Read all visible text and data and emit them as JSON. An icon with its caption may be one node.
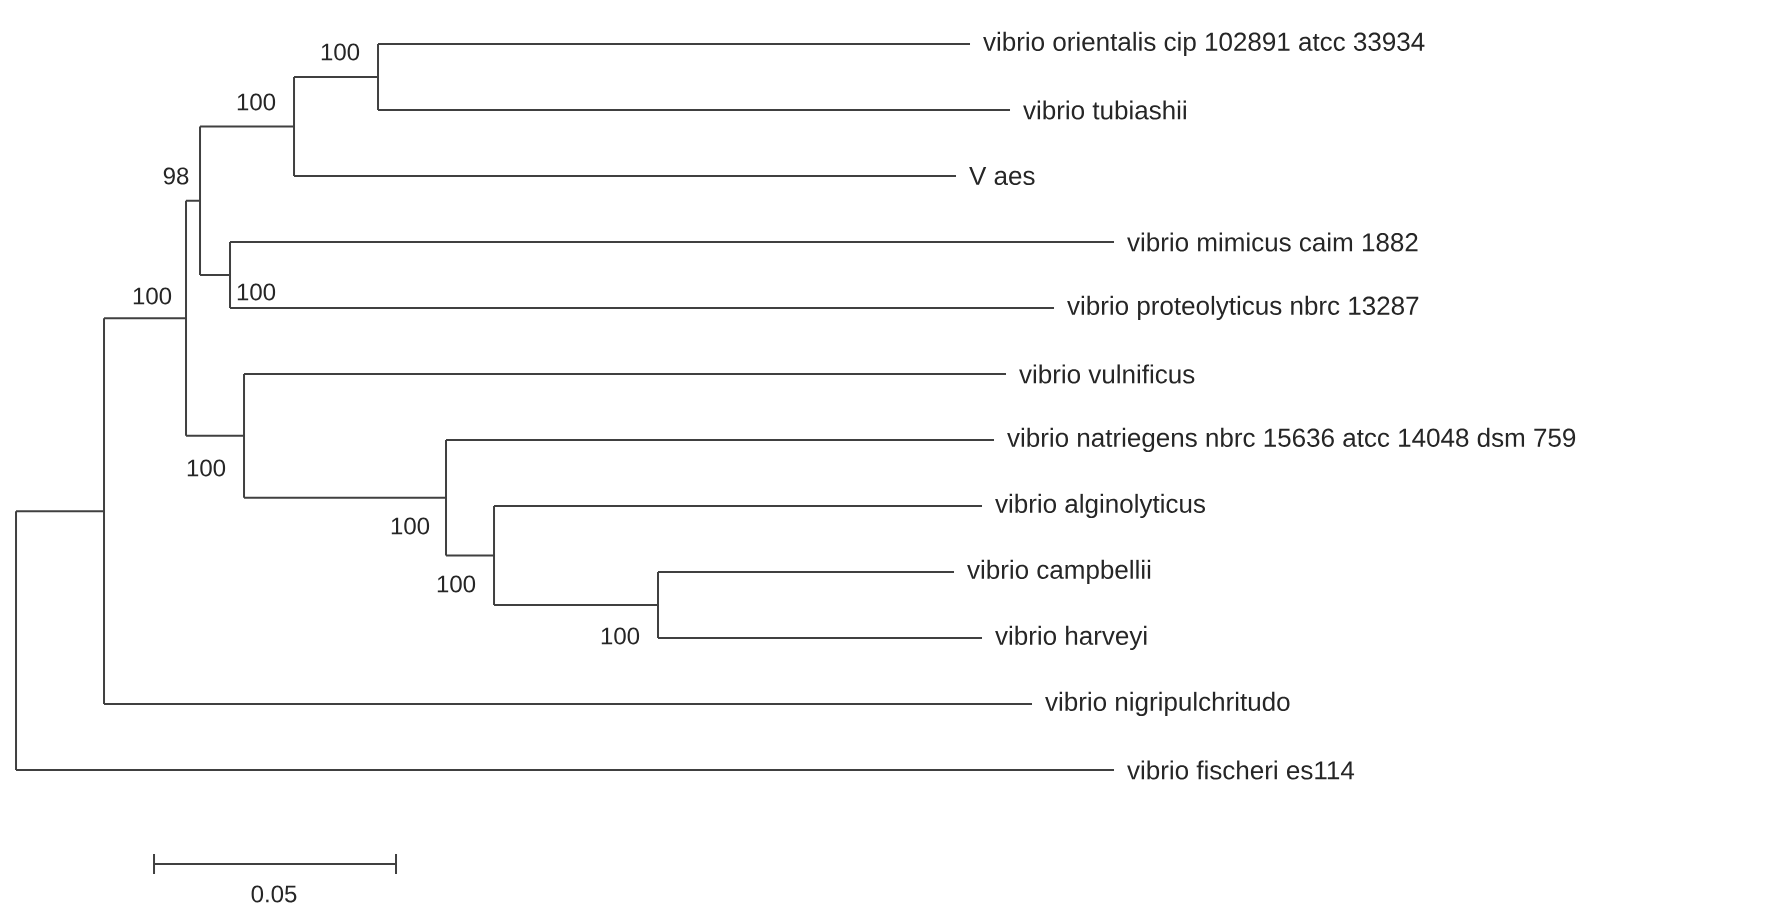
{
  "diagram": {
    "nodes": [
      {
        "text": [
          "vibrio orientalis cip 102891 atcc 33934"
        ]
      },
      {
        "text": [
          "vibrio tubiashii"
        ]
      },
      {
        "text": [
          "V aes"
        ]
      },
      {
        "text": [
          "vibrio mimicus caim 1882"
        ]
      },
      {
        "text": [
          "vibrio proteolyticus nbrc 13287"
        ]
      },
      {
        "text": [
          "vibrio vulnificus"
        ]
      },
      {
        "text": [
          "vibrio natriegens nbrc 15636 atcc 14048 dsm 759"
        ]
      },
      {
        "text": [
          "vibrio alginolyticus"
        ]
      },
      {
        "text": [
          "vibrio campbellii"
        ]
      },
      {
        "text": [
          "vibrio harveyi"
        ]
      },
      {
        "text": [
          "vibrio nigripulchritudo"
        ]
      },
      {
        "text": [
          "vibrio fischeri es114"
        ]
      },
      {
        "text": [],
        "shape": "bar"
      },
      {
        "text": [],
        "shape": "bar"
      },
      {
        "text": [],
        "shape": "bar",
        "beside": [
          "100"
        ]
      },
      {
        "text": [],
        "shape": "bar",
        "beside": [
          "98"
        ]
      },
      {
        "text": [],
        "shape": "bar",
        "beside": [
          "100"
        ]
      },
      {
        "text": [],
        "shape": "bar",
        "beside": [
          "100"
        ]
      },
      {
        "text": [],
        "shape": "bar",
        "beside": [
          "100"
        ]
      },
      {
        "text": [],
        "shape": "bar",
        "beside": [
          "100"
        ]
      },
      {
        "text": [],
        "shape": "bar",
        "beside": [
          "100"
        ]
      },
      {
        "text": [],
        "shape": "bar",
        "beside": [
          "100"
        ]
      },
      {
        "text": [],
        "shape": "bar",
        "beside": [
          "100"
        ]
      }
    ],
    "edges": [
      {
        "from": 12,
        "to": 13,
        "arrow": "none"
      },
      {
        "from": 12,
        "to": 11,
        "arrow": "none"
      },
      {
        "from": 13,
        "to": 14,
        "arrow": "none"
      },
      {
        "from": 13,
        "to": 10,
        "arrow": "none"
      },
      {
        "from": 14,
        "to": 15,
        "arrow": "none"
      },
      {
        "from": 14,
        "to": 17,
        "arrow": "none"
      },
      {
        "from": 15,
        "to": 18,
        "arrow": "none"
      },
      {
        "from": 15,
        "to": 16,
        "arrow": "none"
      },
      {
        "from": 16,
        "to": 3,
        "arrow": "none"
      },
      {
        "from": 16,
        "to": 4,
        "arrow": "none"
      },
      {
        "from": 17,
        "to": 5,
        "arrow": "none"
      },
      {
        "from": 17,
        "to": 20,
        "arrow": "none"
      },
      {
        "from": 18,
        "to": 19,
        "arrow": "none"
      },
      {
        "from": 18,
        "to": 2,
        "arrow": "none"
      },
      {
        "from": 19,
        "to": 0,
        "arrow": "none"
      },
      {
        "from": 19,
        "to": 1,
        "arrow": "none"
      },
      {
        "from": 20,
        "to": 6,
        "arrow": "none"
      },
      {
        "from": 20,
        "to": 21,
        "arrow": "none"
      },
      {
        "from": 21,
        "to": 7,
        "arrow": "none"
      },
      {
        "from": 21,
        "to": 22,
        "arrow": "none"
      },
      {
        "from": 22,
        "to": 8,
        "arrow": "none"
      },
      {
        "from": 22,
        "to": 9,
        "arrow": "none"
      }
    ],
    "labels": [
      "0.05"
    ]
  }
}
